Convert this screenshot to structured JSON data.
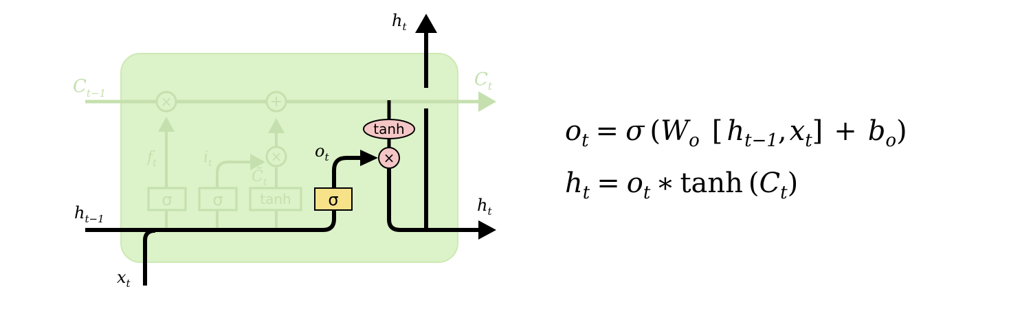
{
  "diagram": {
    "faded_gates": [
      "σ",
      "σ",
      "tanh"
    ],
    "output_gate": "σ",
    "tanh_op": "tanh",
    "multiply_symbol": "×",
    "add_symbol": "+",
    "labels": {
      "c_prev": {
        "base": "C",
        "sub": "t−1"
      },
      "c_next": {
        "base": "C",
        "sub": "t"
      },
      "h_prev": {
        "base": "h",
        "sub": "t−1"
      },
      "x_in": {
        "base": "x",
        "sub": "t"
      },
      "h_top": {
        "base": "h",
        "sub": "t"
      },
      "h_right": {
        "base": "h",
        "sub": "t"
      },
      "o_t": {
        "base": "o",
        "sub": "t"
      },
      "f_t": {
        "base": "f",
        "sub": "t"
      },
      "i_t": {
        "base": "i",
        "sub": "t"
      },
      "c_tilde": {
        "base": "C̃",
        "sub": "t"
      }
    },
    "colors": {
      "cell_bg": "#dcf2c8",
      "faded": "#c5e0ae",
      "tanh_fill": "#f5c6c6",
      "sigma_fill": "#f7e28a",
      "line": "#000000"
    }
  },
  "equations": {
    "eq1": {
      "o": "o",
      "o_sub": "t",
      "eq": "=",
      "sigma": "σ",
      "lp": "(",
      "W": "W",
      "W_sub": "o",
      "lb": "[",
      "h": "h",
      "h_sub": "t−1",
      "comma": ",",
      "x": "x",
      "x_sub": "t",
      "rb": "]",
      "plus": "+",
      "b": "b",
      "b_sub": "o",
      "rp": ")"
    },
    "eq2": {
      "h": "h",
      "h_sub": "t",
      "eq": "=",
      "o": "o",
      "o_sub": "t",
      "star": "∗",
      "tanh": "tanh",
      "lp": "(",
      "C": "C",
      "C_sub": "t",
      "rp": ")"
    }
  }
}
